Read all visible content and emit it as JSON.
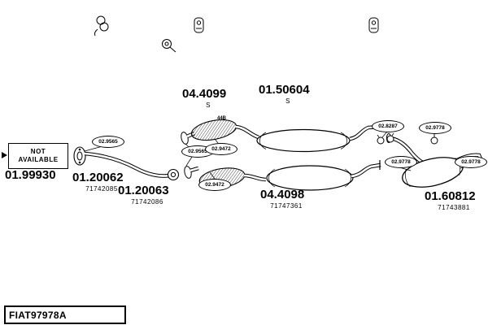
{
  "footer": {
    "code": "FIAT97978A"
  },
  "not_available": {
    "line1": "NOT",
    "line2": "AVAILABLE"
  },
  "annotation": "44B",
  "part_labels": [
    {
      "number": "04.4099",
      "sub": "S"
    },
    {
      "number": "01.50604",
      "sub": "S"
    },
    {
      "number": "01.99930",
      "sub": ""
    },
    {
      "number": "01.20062",
      "sub": "71742085"
    },
    {
      "number": "01.20063",
      "sub": "71742086"
    },
    {
      "number": "04.4098",
      "sub": "71747361"
    },
    {
      "number": "01.60812",
      "sub": "71743881"
    }
  ],
  "clamp_labels": [
    {
      "number": "02.9565"
    },
    {
      "number": "02.9565"
    },
    {
      "number": "02.9472"
    },
    {
      "number": "02.9472"
    },
    {
      "number": "02.8287"
    },
    {
      "number": "02.9778"
    },
    {
      "number": "02.9778"
    },
    {
      "number": "02.9778"
    }
  ]
}
